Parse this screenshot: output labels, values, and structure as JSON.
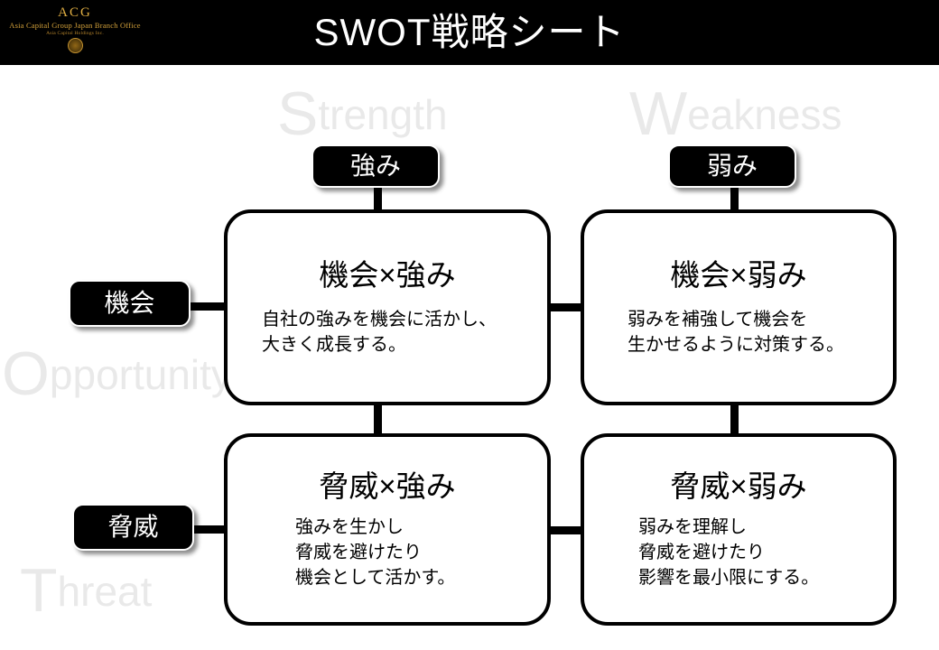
{
  "header": {
    "title": "SWOT戦略シート",
    "logo": {
      "acronym": "ACG",
      "line1": "Asia Capital Group Japan Branch Office",
      "line2": "Asia Capital Holdings Inc.",
      "emblem_icon": "circular-seal-emblem"
    },
    "background_color": "#000000",
    "text_color": "#ffffff",
    "logo_color": "#d8a63a"
  },
  "watermarks": [
    {
      "id": "strength",
      "cap": "S",
      "rest": "trength"
    },
    {
      "id": "weakness",
      "cap": "W",
      "rest": "eakness"
    },
    {
      "id": "opportunity",
      "cap": "O",
      "rest": "pportunity"
    },
    {
      "id": "threat",
      "cap": "T",
      "rest": "hreat"
    }
  ],
  "watermark_color": "#e9e9e9",
  "badges": {
    "strength": "強み",
    "weakness": "弱み",
    "opportunity": "機会",
    "threat": "脅威"
  },
  "cards": {
    "so": {
      "title": "機会×強み",
      "body": "自社の強みを機会に活かし、\n大きく成長する。"
    },
    "wo": {
      "title": "機会×弱み",
      "body": "弱みを補強して機会を\n生かせるように対策する。"
    },
    "st": {
      "title": "脅威×強み",
      "body": "強みを生かし\n脅威を避けたり\n機会として活かす。"
    },
    "wt": {
      "title": "脅威×弱み",
      "body": "弱みを理解し\n脅威を避けたり\n影響を最小限にする。"
    }
  },
  "colors": {
    "card_border": "#000000",
    "card_background": "#ffffff",
    "badge_background": "#000000",
    "badge_border": "#ffffff",
    "connector": "#000000",
    "page_background": "#ffffff"
  }
}
